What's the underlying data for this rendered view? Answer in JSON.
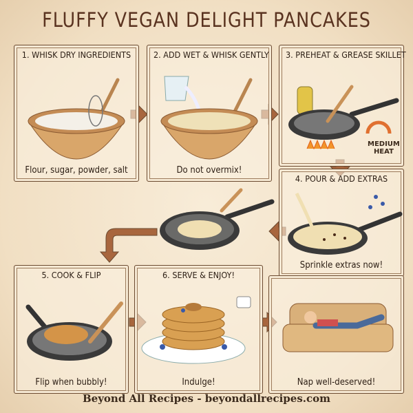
{
  "title": "FLUFFY VEGAN DELIGHT PANCAKES",
  "steps": [
    {
      "title": "1. WHISK DRY INGREDIENTS",
      "caption": "Flour, sugar, powder, salt"
    },
    {
      "title": "2. ADD WET & WHISK GENTLY",
      "caption": "Do not overmix!"
    },
    {
      "title": "3. PREHEAT & GREASE SKILLET",
      "caption": ""
    },
    {
      "title": "4. POUR & ADD EXTRAS",
      "caption": "Sprinkle extras now!"
    },
    {
      "title": "5. COOK & FLIP",
      "caption": "Flip when bubbly!"
    },
    {
      "title": "6. SERVE & ENJOY!",
      "caption": "Indulge!"
    },
    {
      "title": "",
      "caption": "Nap well-deserved!"
    }
  ],
  "heat": {
    "line1": "MEDIUM",
    "line2": "HEAT"
  },
  "footer": "Beyond All Recipes - beyondallrecipes.com",
  "colors": {
    "arrow": "#a8663e",
    "frame": "#6b4a30",
    "background": "#f4e6cf",
    "title": "#5a3320"
  }
}
